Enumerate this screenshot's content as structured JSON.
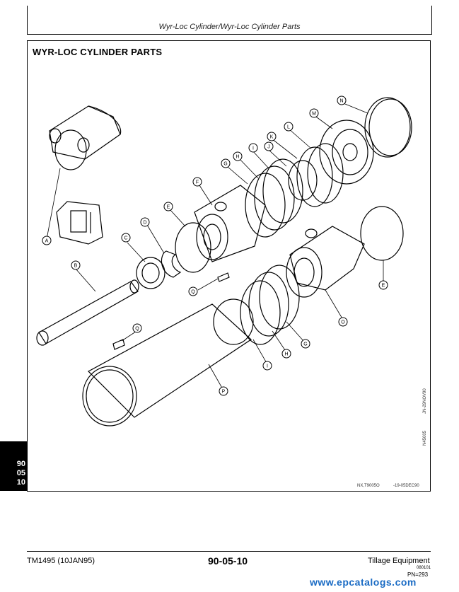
{
  "header": {
    "section_title": "Wyr-Loc Cylinder/Wyr-Loc Cylinder Parts"
  },
  "figure": {
    "title": "WYR-LOC CYLINDER PARTS",
    "code_left": "NX,T9005O",
    "code_right": "-19-05DEC90",
    "vertical_code_1": "JN-29NOV90",
    "vertical_code_2": "N45005",
    "callouts": [
      "A",
      "B",
      "C",
      "D",
      "E",
      "F",
      "G",
      "H",
      "I",
      "J",
      "K",
      "L",
      "M",
      "N",
      "E",
      "O",
      "G",
      "H",
      "I",
      "P",
      "Q",
      "Q"
    ]
  },
  "side_tab": {
    "line1": "90",
    "line2": "05",
    "line3": "10"
  },
  "footer": {
    "manual": "TM1495 (10JAN95)",
    "page_number": "90-05-10",
    "product": "Tillage Equipment",
    "date_code": "080101",
    "pn": "PN=293"
  },
  "watermark": "www.epcatalogs.com"
}
